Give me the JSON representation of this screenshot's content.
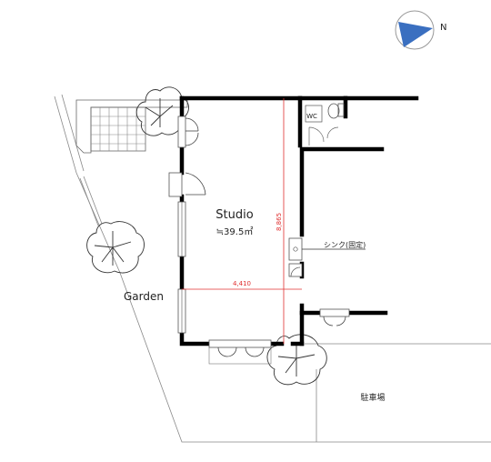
{
  "compass": {
    "north_label": "N",
    "arrow_color": "#3a6fc0"
  },
  "rooms": {
    "studio_name": "Studio",
    "studio_area": "≒39.5㎡",
    "wc_label": "WC"
  },
  "labels": {
    "garden": "Garden",
    "sink": "シンク(固定)",
    "parking": "駐車場"
  },
  "dimensions": {
    "width_label": "4,410",
    "depth_label": "8,865",
    "line_color": "#e03030"
  }
}
